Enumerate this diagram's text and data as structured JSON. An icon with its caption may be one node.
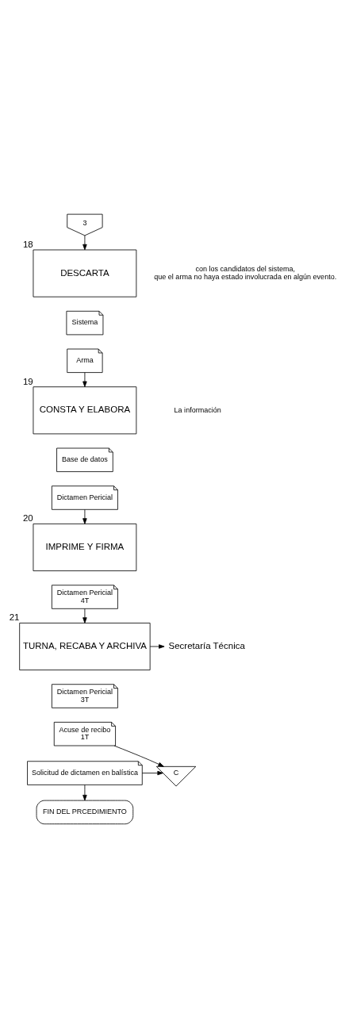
{
  "diagram": {
    "nodes": [
      {
        "text": [
          "3"
        ]
      },
      {
        "text": [
          "DESCARTA"
        ],
        "beside": [
          "18"
        ]
      },
      {
        "text": [
          "Sistema"
        ]
      },
      {
        "text": [
          "Arma"
        ]
      },
      {
        "text": [
          "CONSTA Y ELABORA"
        ],
        "beside": [
          "19"
        ]
      },
      {
        "text": [
          "Base de datos"
        ]
      },
      {
        "text": [
          "Dictamen Pericial"
        ]
      },
      {
        "text": [
          "IMPRIME Y FIRMA"
        ],
        "beside": [
          "20"
        ]
      },
      {
        "text": [
          "Dictamen Pericial",
          "4T"
        ]
      },
      {
        "text": [
          "TURNA, RECABA Y ARCHIVA"
        ],
        "beside": [
          "21"
        ]
      },
      {
        "text": [
          "Secretaría Técnica"
        ]
      },
      {
        "text": [
          "Dictamen Pericial",
          "3T"
        ]
      },
      {
        "text": [
          "Acuse de recibo",
          "1T"
        ]
      },
      {
        "text": [
          "Solicitud de dictamen en balística"
        ]
      },
      {
        "text": [
          "C"
        ]
      },
      {
        "text": [
          "FIN DEL PRCEDIMIENTO"
        ]
      }
    ],
    "edges": [
      {
        "from": 0,
        "to": 1,
        "arrow": "to"
      },
      {
        "from": 3,
        "to": 4,
        "arrow": "to"
      },
      {
        "from": 6,
        "to": 7,
        "arrow": "to"
      },
      {
        "from": 8,
        "to": 9,
        "arrow": "to"
      },
      {
        "from": 9,
        "to": 10,
        "arrow": "to"
      },
      {
        "from": 12,
        "to": 14,
        "arrow": "to"
      },
      {
        "from": 13,
        "to": 14,
        "arrow": "to"
      },
      {
        "from": 13,
        "to": 15,
        "arrow": "to"
      }
    ],
    "labels": [
      "con los candidatos del sistema, que el arma no haya estado involucrada en algún evento.",
      "La información"
    ]
  }
}
